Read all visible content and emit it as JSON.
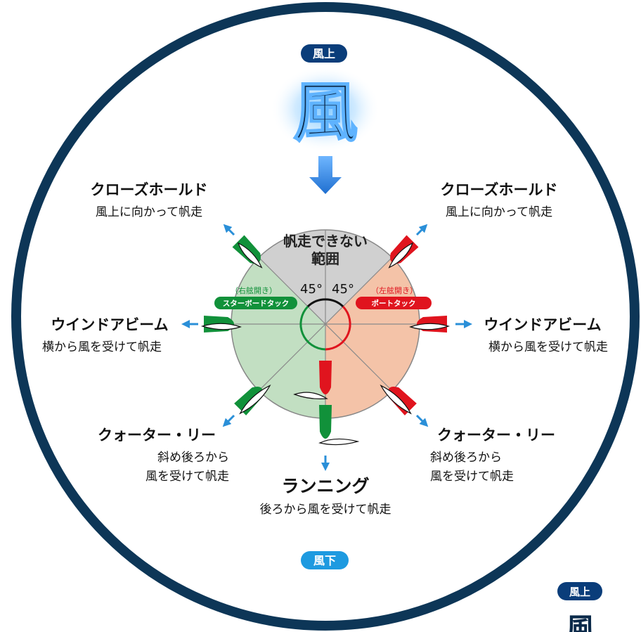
{
  "wind": {
    "upwind_badge": "風上",
    "downwind_badge": "風下",
    "kanji": "風",
    "corner_badge": "風上",
    "corner_kanji": "風"
  },
  "center": {
    "no_go_line1": "帆走できない",
    "no_go_line2": "範囲",
    "angle_left": "45°",
    "angle_right": "45°",
    "starboard_note": "（右舷開き）",
    "starboard_label": "スターボードタック",
    "port_note": "（左舷開き）",
    "port_label": "ポートタック"
  },
  "points_of_sail": [
    {
      "key": "close-hauled-left",
      "title": "クローズホールド",
      "desc": [
        "風上に向かって帆走"
      ]
    },
    {
      "key": "close-hauled-right",
      "title": "クローズホールド",
      "desc": [
        "風上に向かって帆走"
      ]
    },
    {
      "key": "beam-reach-left",
      "title": "ウインドアビーム",
      "desc": [
        "横から風を受けて帆走"
      ]
    },
    {
      "key": "beam-reach-right",
      "title": "ウインドアビーム",
      "desc": [
        "横から風を受けて帆走"
      ]
    },
    {
      "key": "broad-reach-left",
      "title": "クォーター・リー",
      "desc": [
        "斜め後ろから",
        "風を受けて帆走"
      ]
    },
    {
      "key": "broad-reach-right",
      "title": "クォーター・リー",
      "desc": [
        "斜め後ろから",
        "風を受けて帆走"
      ]
    },
    {
      "key": "running",
      "title": "ランニング",
      "desc": [
        "後ろから風を受けて帆走"
      ]
    }
  ],
  "colors": {
    "ring": "#0d3657",
    "badge_dark": "#0a3d7a",
    "badge_light": "#1e9ae0",
    "arrow_blue": "#2a8fd8",
    "no_go": "#d0d0d0",
    "starboard_fill": "#c2dfc2",
    "port_fill": "#f4c3a8",
    "starboard_boat": "#11913a",
    "port_boat": "#e0141e",
    "text": "#111111"
  }
}
